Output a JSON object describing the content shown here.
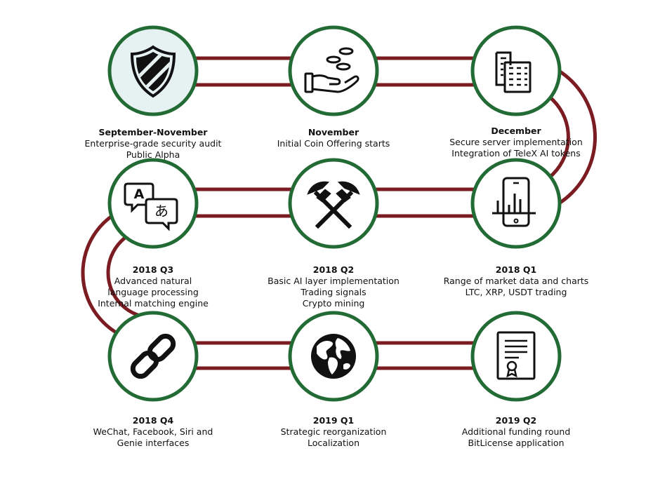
{
  "colors": {
    "track": "#7a1c22",
    "ring": "#226b35",
    "fill_active": "#e6f2f1",
    "fill": "#ffffff",
    "icon": "#111111"
  },
  "milestones": [
    {
      "title": "September-November",
      "lines": [
        "Enterprise-grade security audit",
        "Public Alpha"
      ],
      "icon": "shield-icon",
      "active": true
    },
    {
      "title": "November",
      "lines": [
        "Initial Coin Offering starts"
      ],
      "icon": "hand-coins-icon",
      "active": false
    },
    {
      "title": "December",
      "lines": [
        "Secure server implementation",
        "Integration of TeleX AI tokens"
      ],
      "icon": "servers-icon",
      "active": false
    },
    {
      "title": "2018 Q1",
      "lines": [
        "Range of market data and charts",
        "LTC, XRP, USDT trading"
      ],
      "icon": "phone-chart-icon",
      "active": false
    },
    {
      "title": "2018 Q2",
      "lines": [
        "Basic AI layer implementation",
        "Trading signals",
        "Crypto mining"
      ],
      "icon": "pickaxes-icon",
      "active": false
    },
    {
      "title": "2018 Q3",
      "lines": [
        "Advanced natural",
        "language processing",
        "Internal matching engine"
      ],
      "icon": "translate-icon",
      "active": false
    },
    {
      "title": "2018 Q4",
      "lines": [
        "WeChat, Facebook, Siri and",
        "Genie interfaces"
      ],
      "icon": "link-icon",
      "active": false
    },
    {
      "title": "2019 Q1",
      "lines": [
        "Strategic reorganization",
        "Localization"
      ],
      "icon": "globe-icon",
      "active": false
    },
    {
      "title": "2019 Q2",
      "lines": [
        "Additional funding round",
        "BitLicense application"
      ],
      "icon": "certificate-icon",
      "active": false
    }
  ],
  "icon_glyphs": {
    "translate_a": "A",
    "translate_b": "あ"
  }
}
